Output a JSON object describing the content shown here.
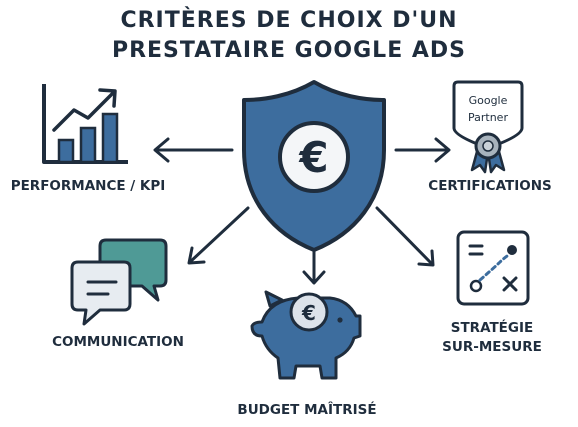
{
  "title": {
    "line1": "CRITÈRES DE CHOIX D'UN",
    "line2": "PRESTATAIRE GOOGLE ADS"
  },
  "center": {
    "icon": "shield-euro-icon",
    "symbol": "€"
  },
  "nodes": {
    "performance": {
      "label": "PERFORMANCE / KPI",
      "icon": "bar-chart-trend-icon"
    },
    "certifications": {
      "label": "CERTIFICATIONS",
      "icon": "google-partner-badge-icon",
      "badge_line1": "Google",
      "badge_line2": "Partner"
    },
    "communication": {
      "label": "COMMUNICATION",
      "icon": "chat-bubbles-icon"
    },
    "budget": {
      "label": "BUDGET MAÎTRISÉ",
      "icon": "piggy-bank-icon",
      "symbol": "€"
    },
    "strategy": {
      "label_line1": "STRATÉGIE",
      "label_line2": "SUR-MESURE",
      "icon": "strategy-board-icon"
    }
  },
  "colors": {
    "primary": "#3d6d9e",
    "dark": "#1f2d3d",
    "teal": "#4f9a96",
    "light_bubble": "#e7ecf1",
    "coin": "#dde3ea"
  }
}
